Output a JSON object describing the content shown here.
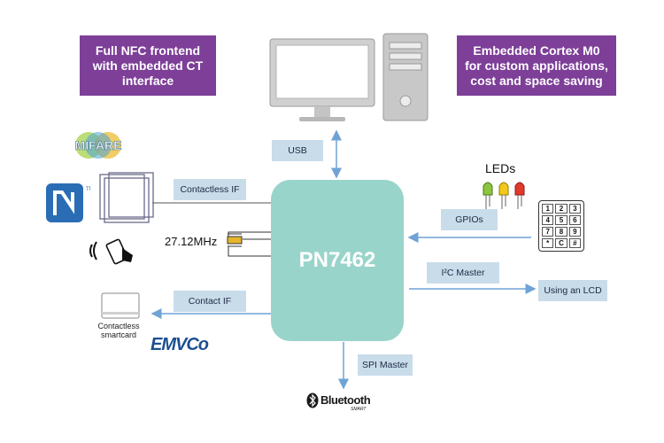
{
  "callouts": {
    "left": "Full NFC frontend\nwith embedded CT\ninterface",
    "right": "Embedded Cortex M0\nfor custom applications,\ncost and space saving"
  },
  "chip": {
    "name": "PN7462"
  },
  "labels": {
    "usb": "USB",
    "contactless_if": "Contactless IF",
    "contact_if": "Contact IF",
    "gpios": "GPIOs",
    "i2c_master": "I²C Master",
    "spi_master": "SPI Master",
    "using_lcd": "Using an LCD"
  },
  "peripherals": {
    "leds": "LEDs",
    "crystal": "27.12MHz",
    "contactless_smartcard": "Contactless\nsmartcard",
    "mifare": "MIFARE",
    "emvco": "EMVCo",
    "bluetooth": "Bluetooth",
    "bluetooth_sub": "SMART",
    "keypad": [
      "1",
      "2",
      "3",
      "4",
      "5",
      "6",
      "7",
      "8",
      "9",
      "*",
      "C",
      "#"
    ]
  },
  "colors": {
    "purple": "#7d3f98",
    "chip": "#99d4cb",
    "label_bg": "#c9dcea",
    "arrow": "#6fa3d6"
  }
}
